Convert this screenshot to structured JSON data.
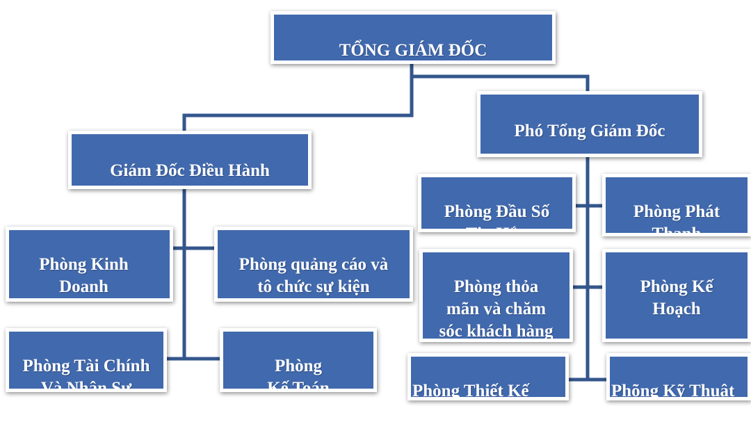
{
  "colors": {
    "box_fill": "#4169ad",
    "box_border": "#ffffff",
    "connector": "#34568c",
    "text": "#ffffff"
  },
  "org_chart": {
    "ceo": "TỔNG GIÁM ĐỐC",
    "deputy": "Phó Tổng Giám Đốc",
    "executive_director": "Giám Đốc Điều Hành",
    "left_departments": {
      "sales": "Phòng Kinh\nDoanh",
      "advertising_events": "Phòng quảng cáo và\ntô chức sự kiện",
      "finance_hr": "Phòng Tài Chính\nVà Nhân Sự",
      "accounting": "Phòng\nKế Toán"
    },
    "right_departments": {
      "prefix_numbers": "Phòng Đầu Số\nTin Hắn",
      "broadcasting": "Phòng Phát\nThanh",
      "customer_care": "Phòng thỏa\nmãn và chăm\nsóc khách hàng",
      "planning": "Phòng Kế\nHoạch",
      "design": "Phòng Thiết Kế",
      "technical": "Phõng Kỹ Thuật"
    }
  }
}
